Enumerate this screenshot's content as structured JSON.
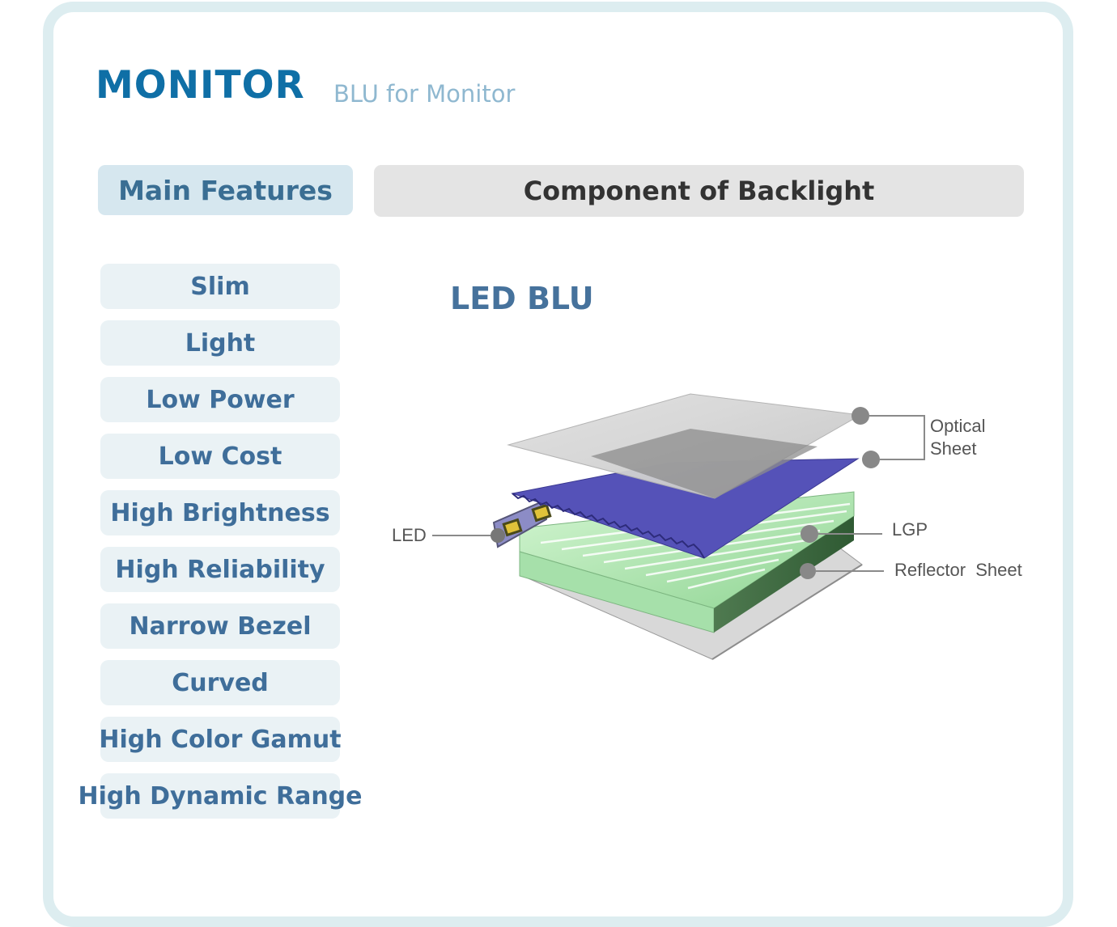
{
  "header": {
    "title": "MONITOR",
    "subtitle": "BLU for Monitor"
  },
  "tabs": [
    {
      "label": "Main Features",
      "active": true
    },
    {
      "label": "Component of Backlight",
      "active": false
    }
  ],
  "features": [
    "Slim",
    "Light",
    "Low Power",
    "Low Cost",
    "High Brightness",
    "High Reliability",
    "Narrow  Bezel",
    "Curved",
    "High Color  Gamut",
    "High Dynamic Range"
  ],
  "diagram": {
    "title": "LED BLU",
    "labels": {
      "optical_line1": "Optical",
      "optical_line2": "Sheet",
      "led": "LED",
      "lgp": "LGP",
      "reflector": "Reflector  Sheet"
    }
  },
  "colors": {
    "accent": "#0f6fa6",
    "feature_text": "#3f6e9a",
    "feature_bg": "#eaf2f5",
    "prism_sheet": "#5552b8",
    "lgp": "#a6e0aa",
    "reflector": "#d8d8d8",
    "optical_sheet": "#bdbdbd"
  }
}
